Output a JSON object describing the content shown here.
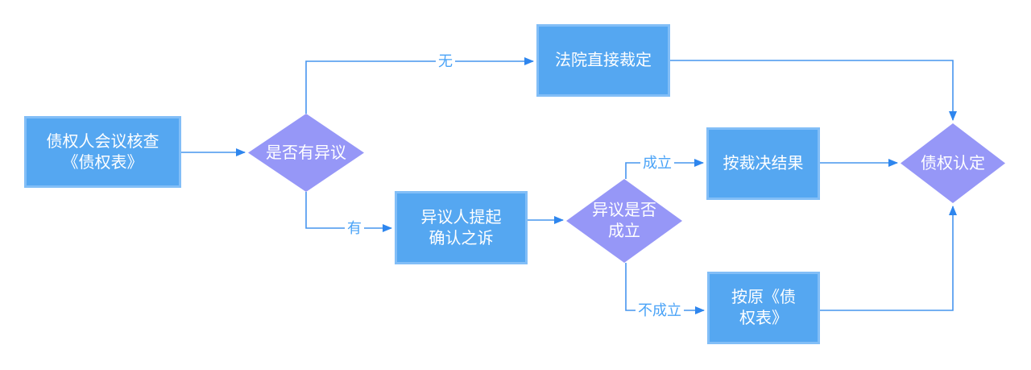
{
  "colors": {
    "background": "#FFFFFF",
    "process_fill": "#55A7F1",
    "process_border": "#82BEF7",
    "decision_fill": "#9697F7",
    "connector": "#4795EE",
    "arrowhead": "#2E86EE",
    "edge_label_text": "#4AA3F7",
    "node_text": "#FFFFFF"
  },
  "nodes": {
    "verify": {
      "type": "process",
      "label": "债权人会议核查《债权表》",
      "lines": [
        "债权人会议核查",
        "《债权表》"
      ]
    },
    "has_objection": {
      "type": "decision",
      "label": "是否有异议",
      "lines": [
        "是否有异议"
      ]
    },
    "court_ruling": {
      "type": "process",
      "label": "法院直接裁定",
      "lines": [
        "法院直接裁定"
      ]
    },
    "lawsuit": {
      "type": "process",
      "label": "异议人提起确认之诉",
      "lines": [
        "异议人提起",
        "确认之诉"
      ]
    },
    "objection_valid": {
      "type": "decision",
      "label": "异议是否成立",
      "lines": [
        "异议是否",
        "成立"
      ]
    },
    "per_ruling": {
      "type": "process",
      "label": "按裁决结果",
      "lines": [
        "按裁决结果"
      ]
    },
    "per_original": {
      "type": "process",
      "label": "按原《债权表》",
      "lines": [
        "按原《债",
        "权表》"
      ]
    },
    "claim_confirmed": {
      "type": "decision",
      "label": "债权认定",
      "lines": [
        "债权认定"
      ]
    }
  },
  "edge_labels": {
    "no": "无",
    "yes": "有",
    "valid": "成立",
    "invalid": "不成立"
  }
}
